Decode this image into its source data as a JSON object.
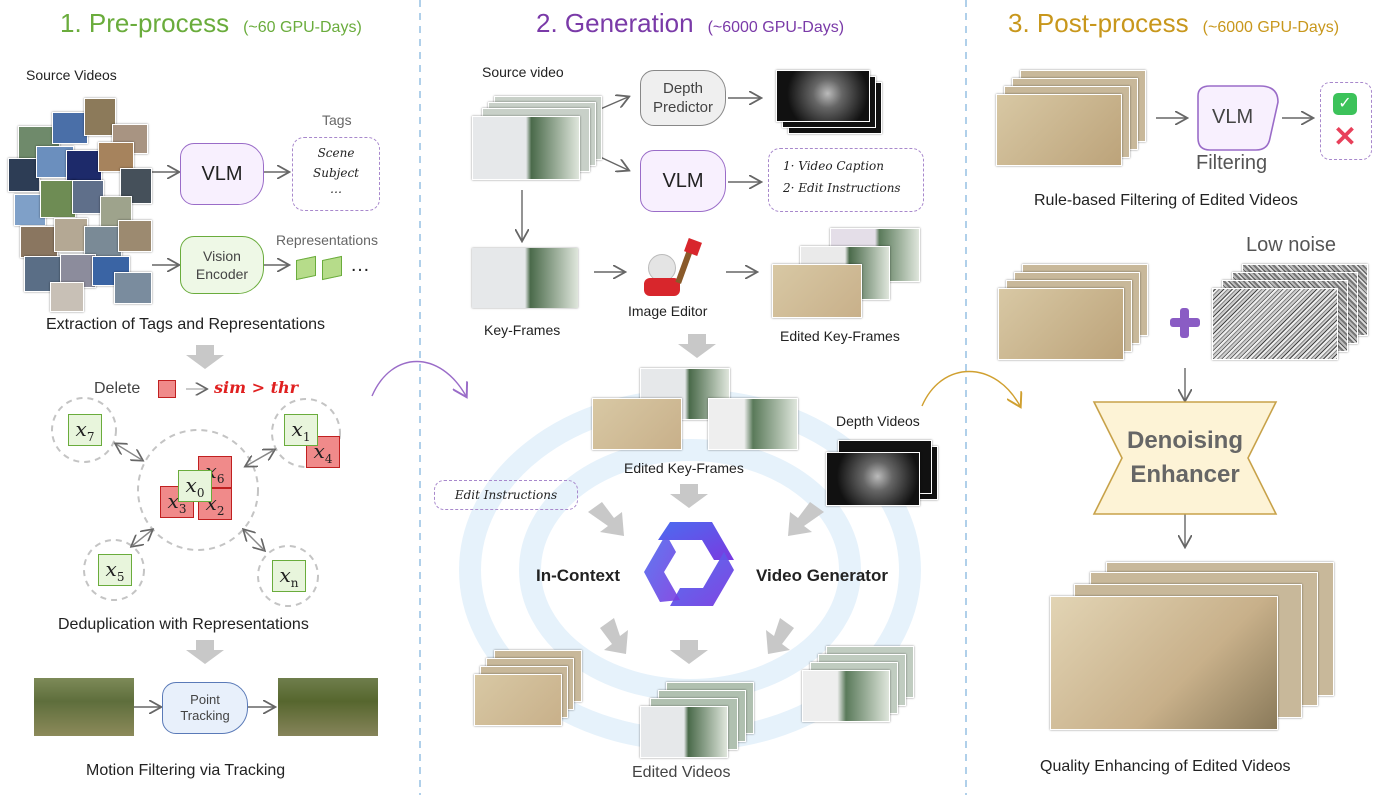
{
  "colors": {
    "pre": "#6aac3c",
    "gen": "#7a3aa8",
    "post": "#c8971c",
    "red": "#e02020",
    "divider": "#9cc4e4"
  },
  "pre": {
    "title": "1. Pre-process",
    "cost": "(~60 GPU-Days)",
    "source_videos": "Source Videos",
    "vlm": "VLM",
    "tags_label": "Tags",
    "tags": [
      "Scene",
      "Subject",
      "…"
    ],
    "vision_encoder": "Vision\nEncoder",
    "representations": "Representations",
    "ellipsis": "…",
    "extraction_caption": "Extraction of Tags and Representations",
    "delete": "Delete",
    "sim_rule": "sim > thr",
    "nodes": {
      "x0": "x",
      "x0_sub": "0",
      "x1": "x",
      "x1_sub": "1",
      "x2": "x",
      "x2_sub": "2",
      "x3": "x",
      "x3_sub": "3",
      "x4": "x",
      "x4_sub": "4",
      "x5": "x",
      "x5_sub": "5",
      "x6": "x",
      "x6_sub": "6",
      "x7": "x",
      "x7_sub": "7",
      "xn": "x",
      "xn_sub": "n"
    },
    "dedup_caption": "Deduplication with Representations",
    "point_tracking": "Point\nTracking",
    "motion_caption": "Motion  Filtering via Tracking"
  },
  "gen": {
    "title": "2. Generation",
    "cost": "(~6000 GPU-Days)",
    "source_video": "Source video",
    "depth_predictor": "Depth\nPredictor",
    "vlm": "VLM",
    "caption_list": [
      "1· Video Caption",
      "2· Edit Instructions"
    ],
    "key_frames": "Key-Frames",
    "image_editor": "Image Editor",
    "edited_key_frames_top": "Edited Key-Frames",
    "edited_key_frames": "Edited Key-Frames",
    "depth_videos": "Depth Videos",
    "edit_instructions": "Edit Instructions",
    "in_context": "In-Context",
    "video_generator": "Video Generator",
    "edited_videos": "Edited Videos"
  },
  "post": {
    "title": "3. Post-process",
    "cost": "(~6000 GPU-Days)",
    "vlm": "VLM",
    "filtering": "Filtering",
    "check_icon": "check-icon",
    "cross_icon": "cross-icon",
    "rule_caption": "Rule-based Filtering of Edited Videos",
    "low_noise": "Low noise",
    "plus": "+",
    "denoising": "Denoising\nEnhancer",
    "quality_caption": "Quality Enhancing of Edited Videos"
  }
}
